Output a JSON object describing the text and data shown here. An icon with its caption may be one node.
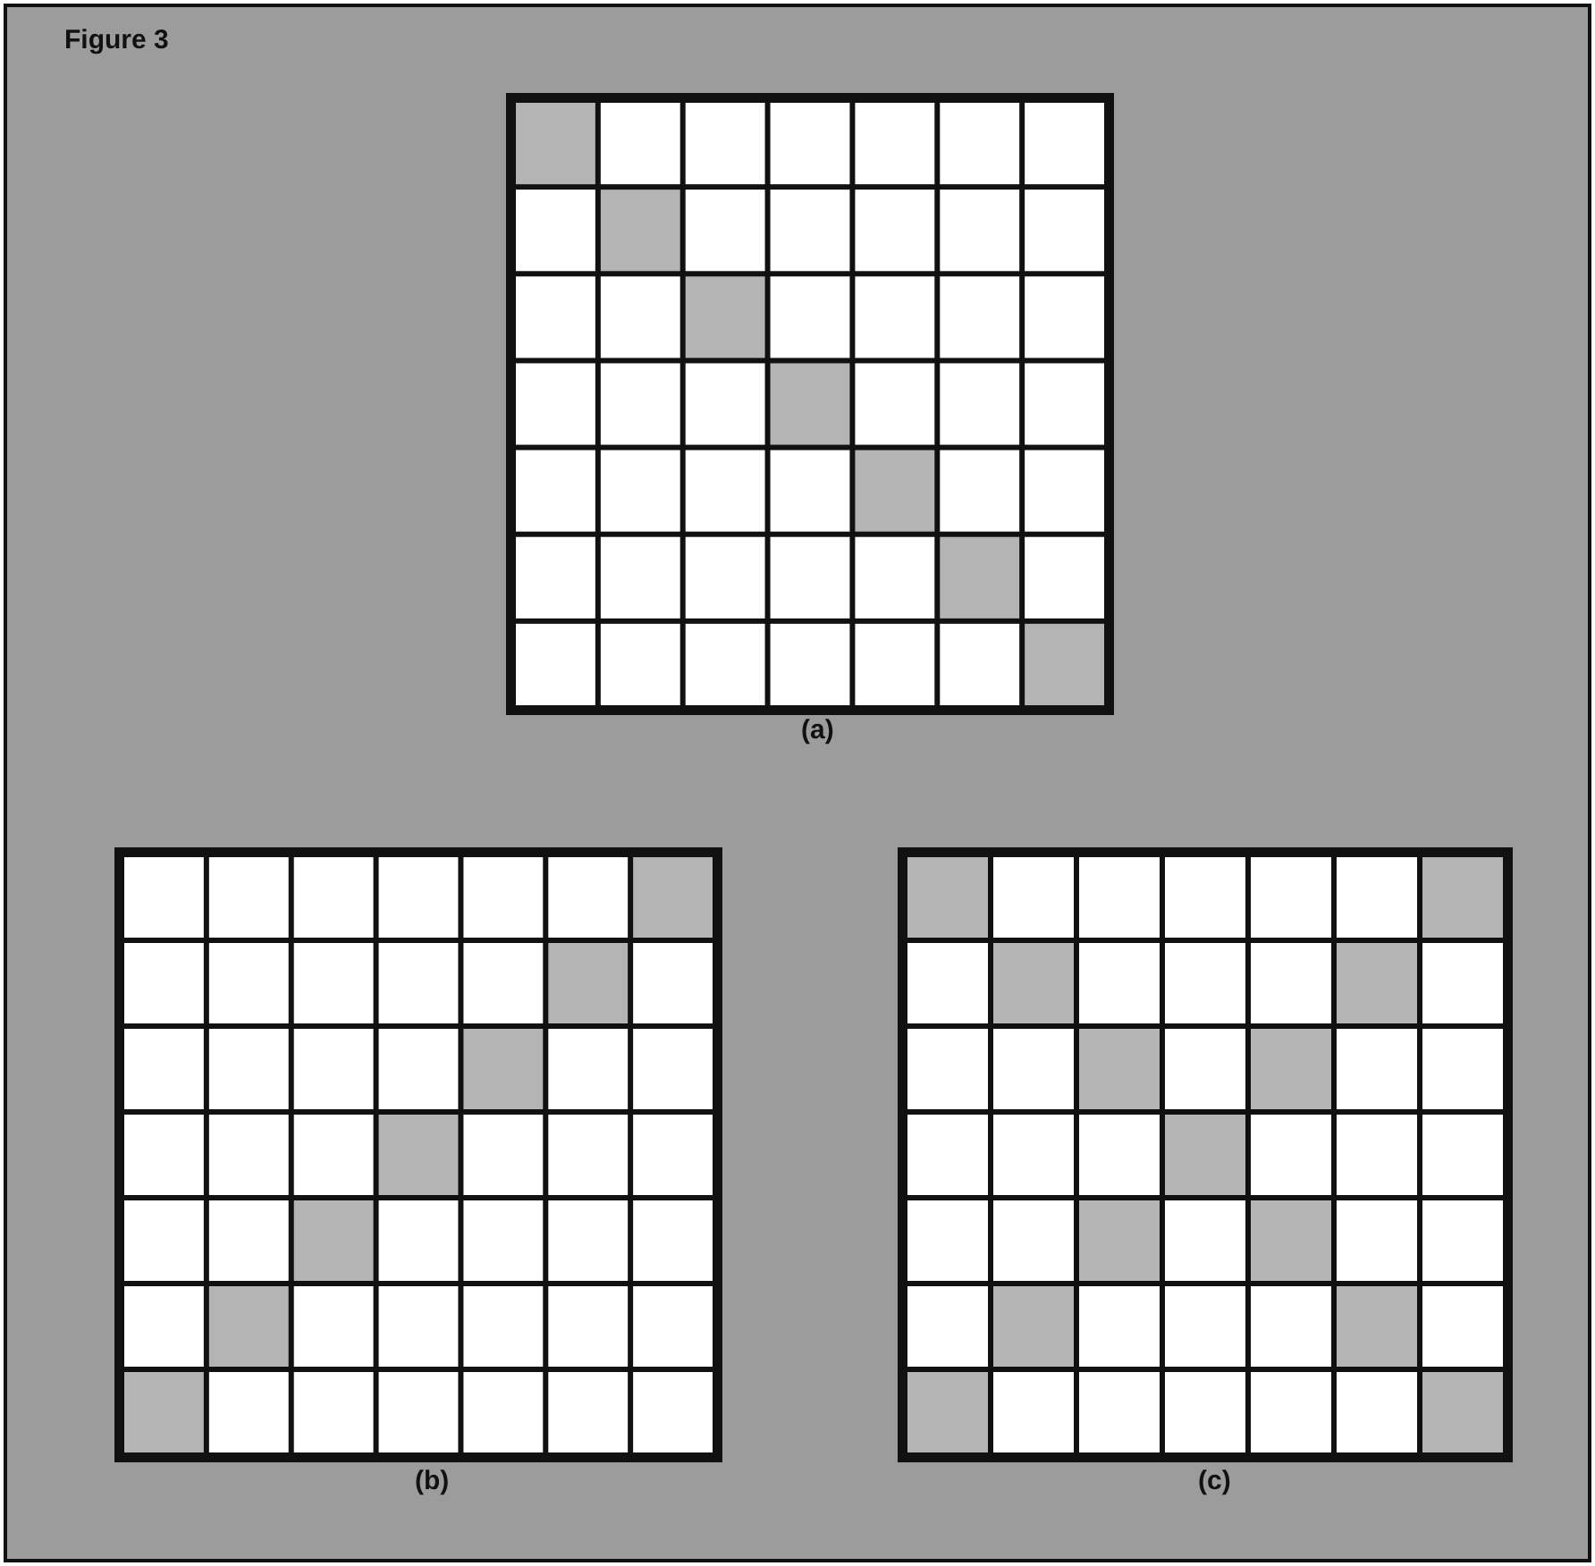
{
  "diagram": {
    "labels": [
      "Figure 3",
      "(a)",
      "(b)",
      "(c)"
    ]
  }
}
